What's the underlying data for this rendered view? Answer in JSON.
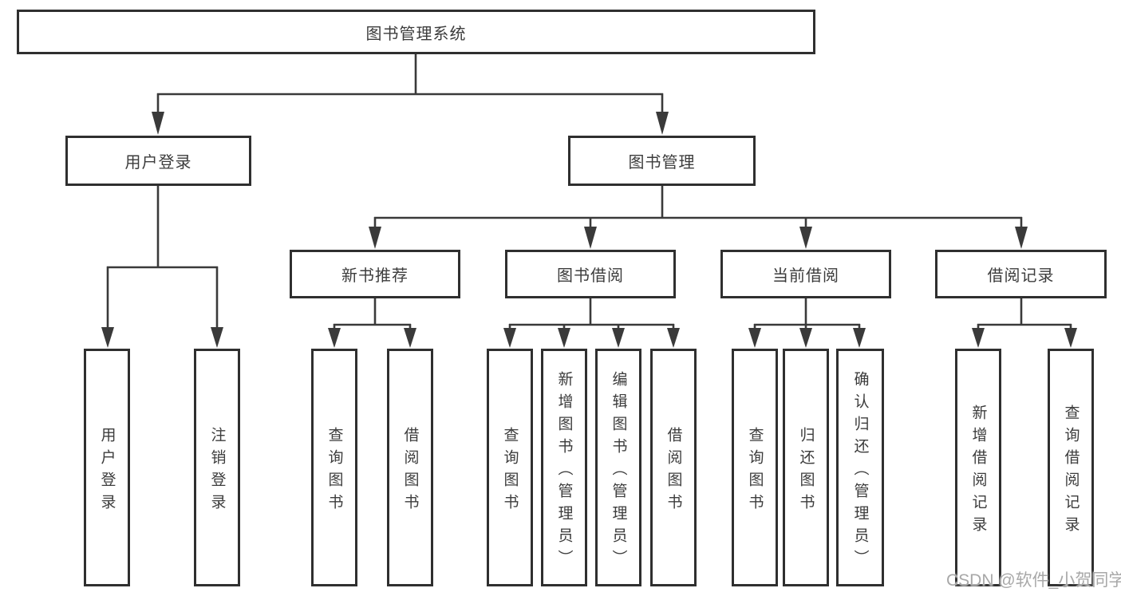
{
  "diagram": {
    "root": "图书管理系统",
    "l2": [
      "用户登录",
      "图书管理"
    ],
    "l3": [
      "新书推荐",
      "图书借阅",
      "当前借阅",
      "借阅记录"
    ],
    "leaves": {
      "login": [
        "用户登录",
        "注销登录"
      ],
      "rec": [
        "查询图书",
        "借阅图书"
      ],
      "borrow": [
        "查询图书",
        "新增图书（管理员）",
        "编辑图书（管理员）",
        "借阅图书"
      ],
      "current": [
        "查询图书",
        "归还图书",
        "确认归还（管理员）"
      ],
      "records": [
        "新增借阅记录",
        "查询借阅记录"
      ]
    }
  },
  "watermark": "CSDN @软件_小贺同学",
  "colors": {
    "line": "#3a3a3a",
    "box_border": "#2f2f2f",
    "text": "#3c3c3c",
    "watermark": "#a3a3a3"
  }
}
